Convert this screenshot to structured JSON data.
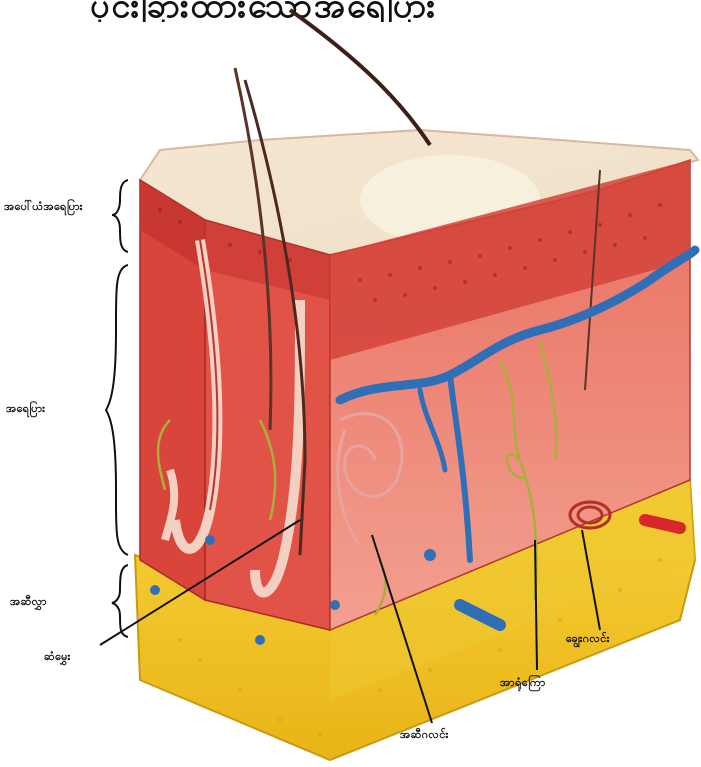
{
  "title": "ပိုင်းခြားထားသောအရေပြား",
  "labels": {
    "epidermis": "အပေါ်ယံအရေပြား",
    "dermis": "အရေပြား",
    "subcutis": "အဆီလွှာ",
    "hair": "ဆံမွှေး",
    "sebaceous_gland": "အဆီဂလင်း",
    "nerve": "အာရုံကြော",
    "sweat_gland": "ချွေးဂလင်း"
  },
  "colors": {
    "epidermis": "#f3d6c4",
    "dermis": "#e0403a",
    "subcutis": "#f0c020",
    "vein": "#2f6fb8",
    "artery": "#d8262a",
    "nerve": "#b8b83a"
  }
}
